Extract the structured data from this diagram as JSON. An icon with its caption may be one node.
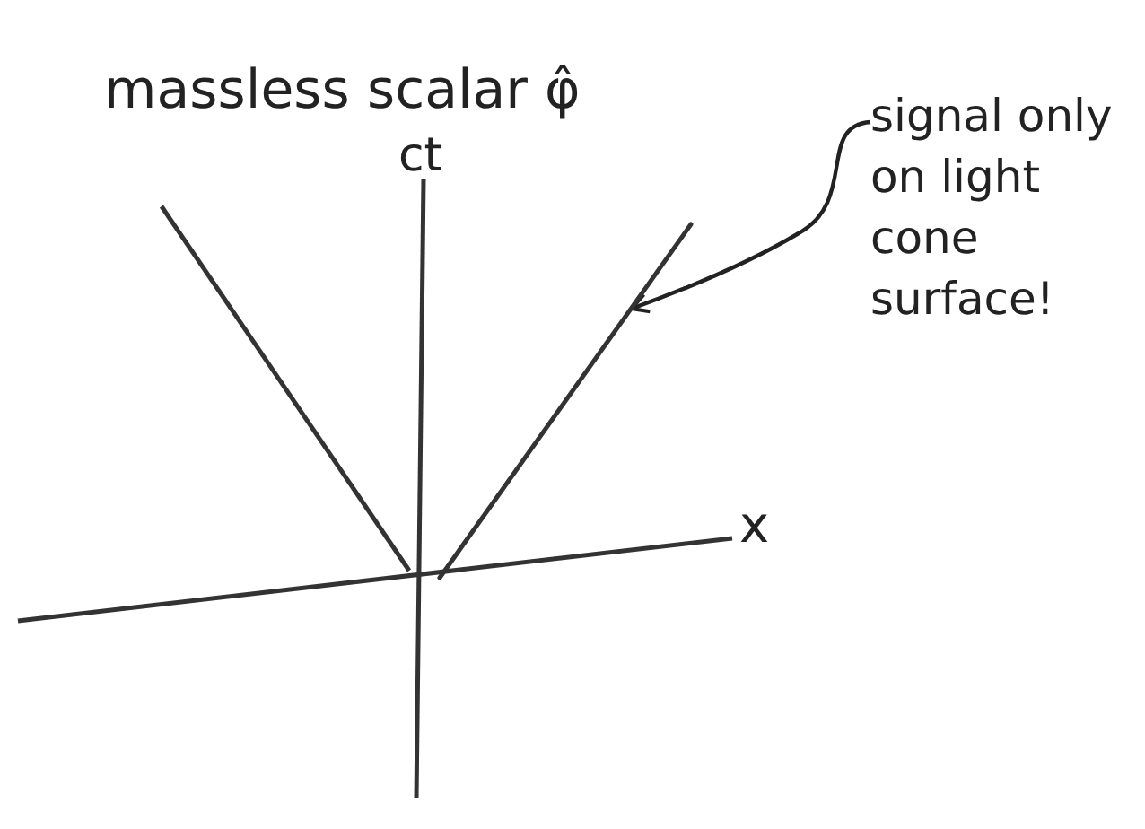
{
  "diagram": {
    "title": "massless scalar φ̂",
    "nodes": [
      {
        "text": [
          "signal only on light cone surface!"
        ]
      },
      {
        "text": [],
        "shape": "line"
      }
    ],
    "edges": [
      {
        "from": 0,
        "to": 1,
        "arrow": "to"
      }
    ],
    "labels": [
      "ct",
      "x"
    ]
  }
}
